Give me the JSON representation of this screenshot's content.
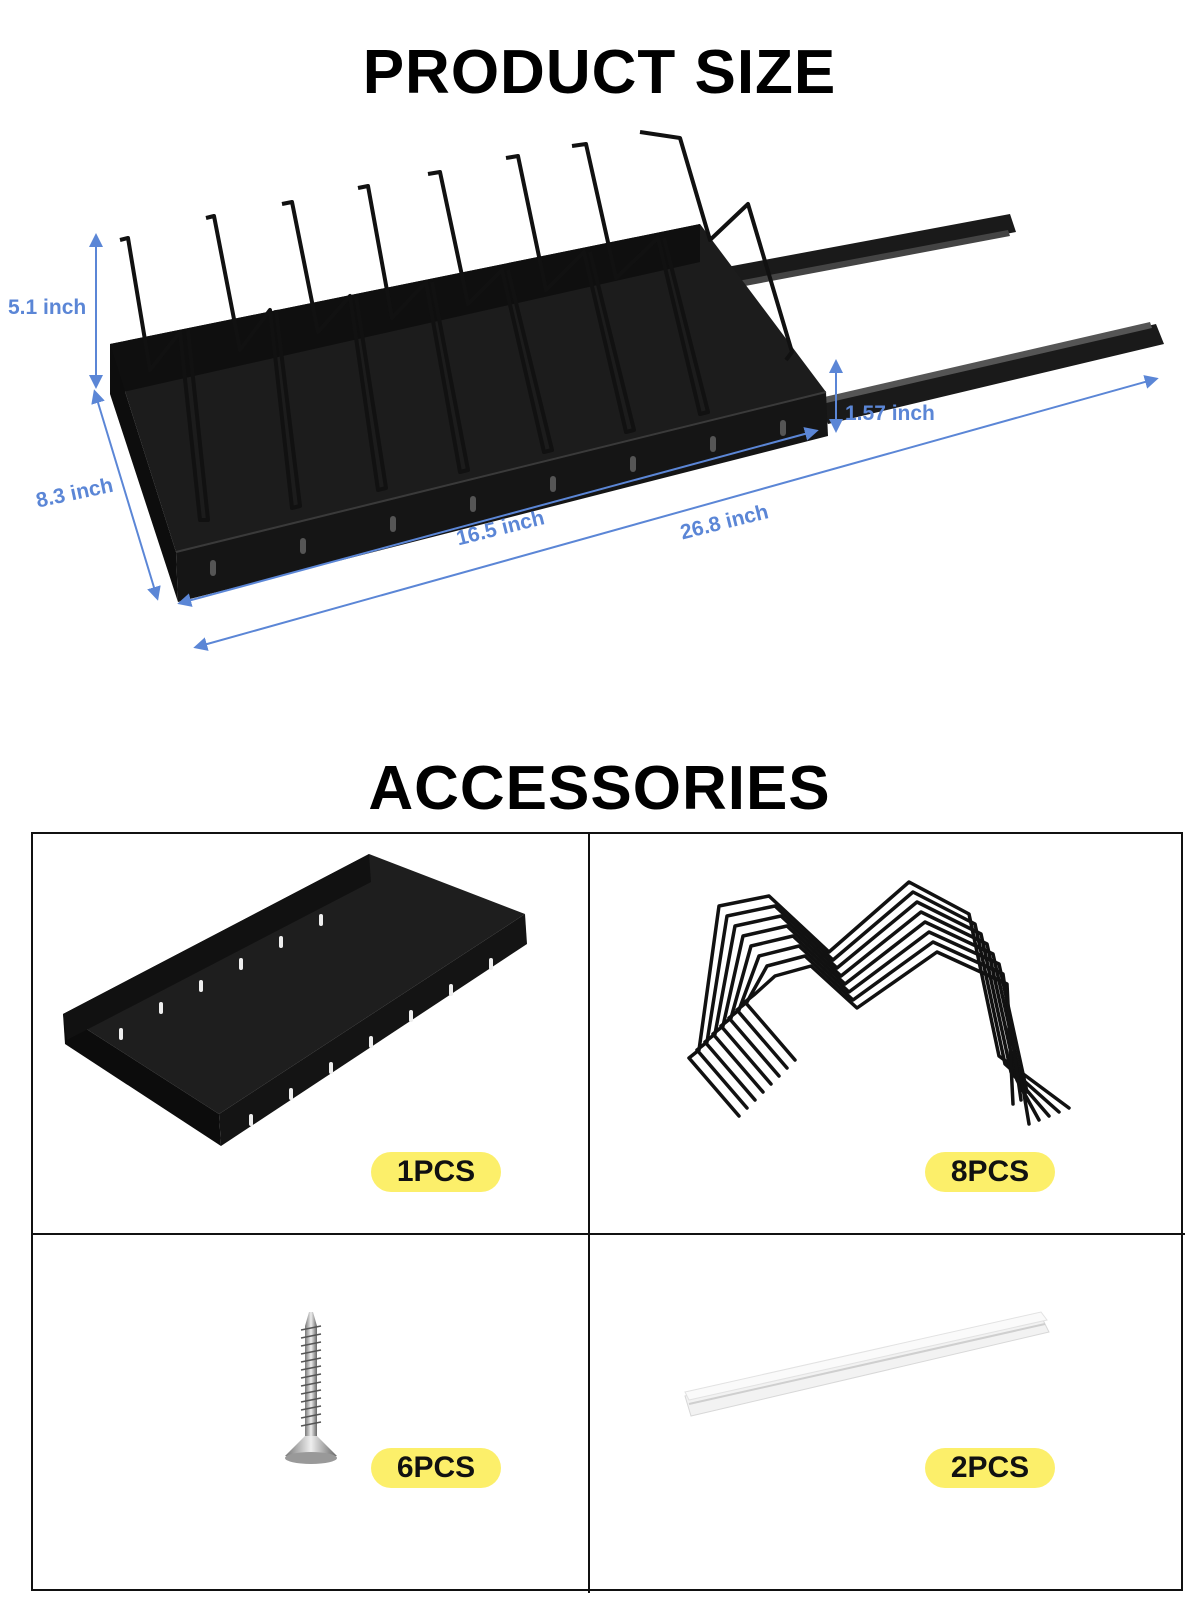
{
  "product_size": {
    "title": "PRODUCT SIZE",
    "dimensions": {
      "height": "5.1 inch",
      "depth": "8.3 inch",
      "width": "16.5 inch",
      "length": "26.8 inch",
      "rail": "1.57 inch"
    }
  },
  "accessories": {
    "title": "ACCESSORIES",
    "items": [
      {
        "name": "tray",
        "qty": "1PCS"
      },
      {
        "name": "wire-divider",
        "qty": "8PCS"
      },
      {
        "name": "screw",
        "qty": "6PCS"
      },
      {
        "name": "adhesive-strip",
        "qty": "2PCS"
      }
    ]
  },
  "colors": {
    "dimension": "#5b86d6",
    "badge": "#fcef6a",
    "metal": "#111111"
  }
}
